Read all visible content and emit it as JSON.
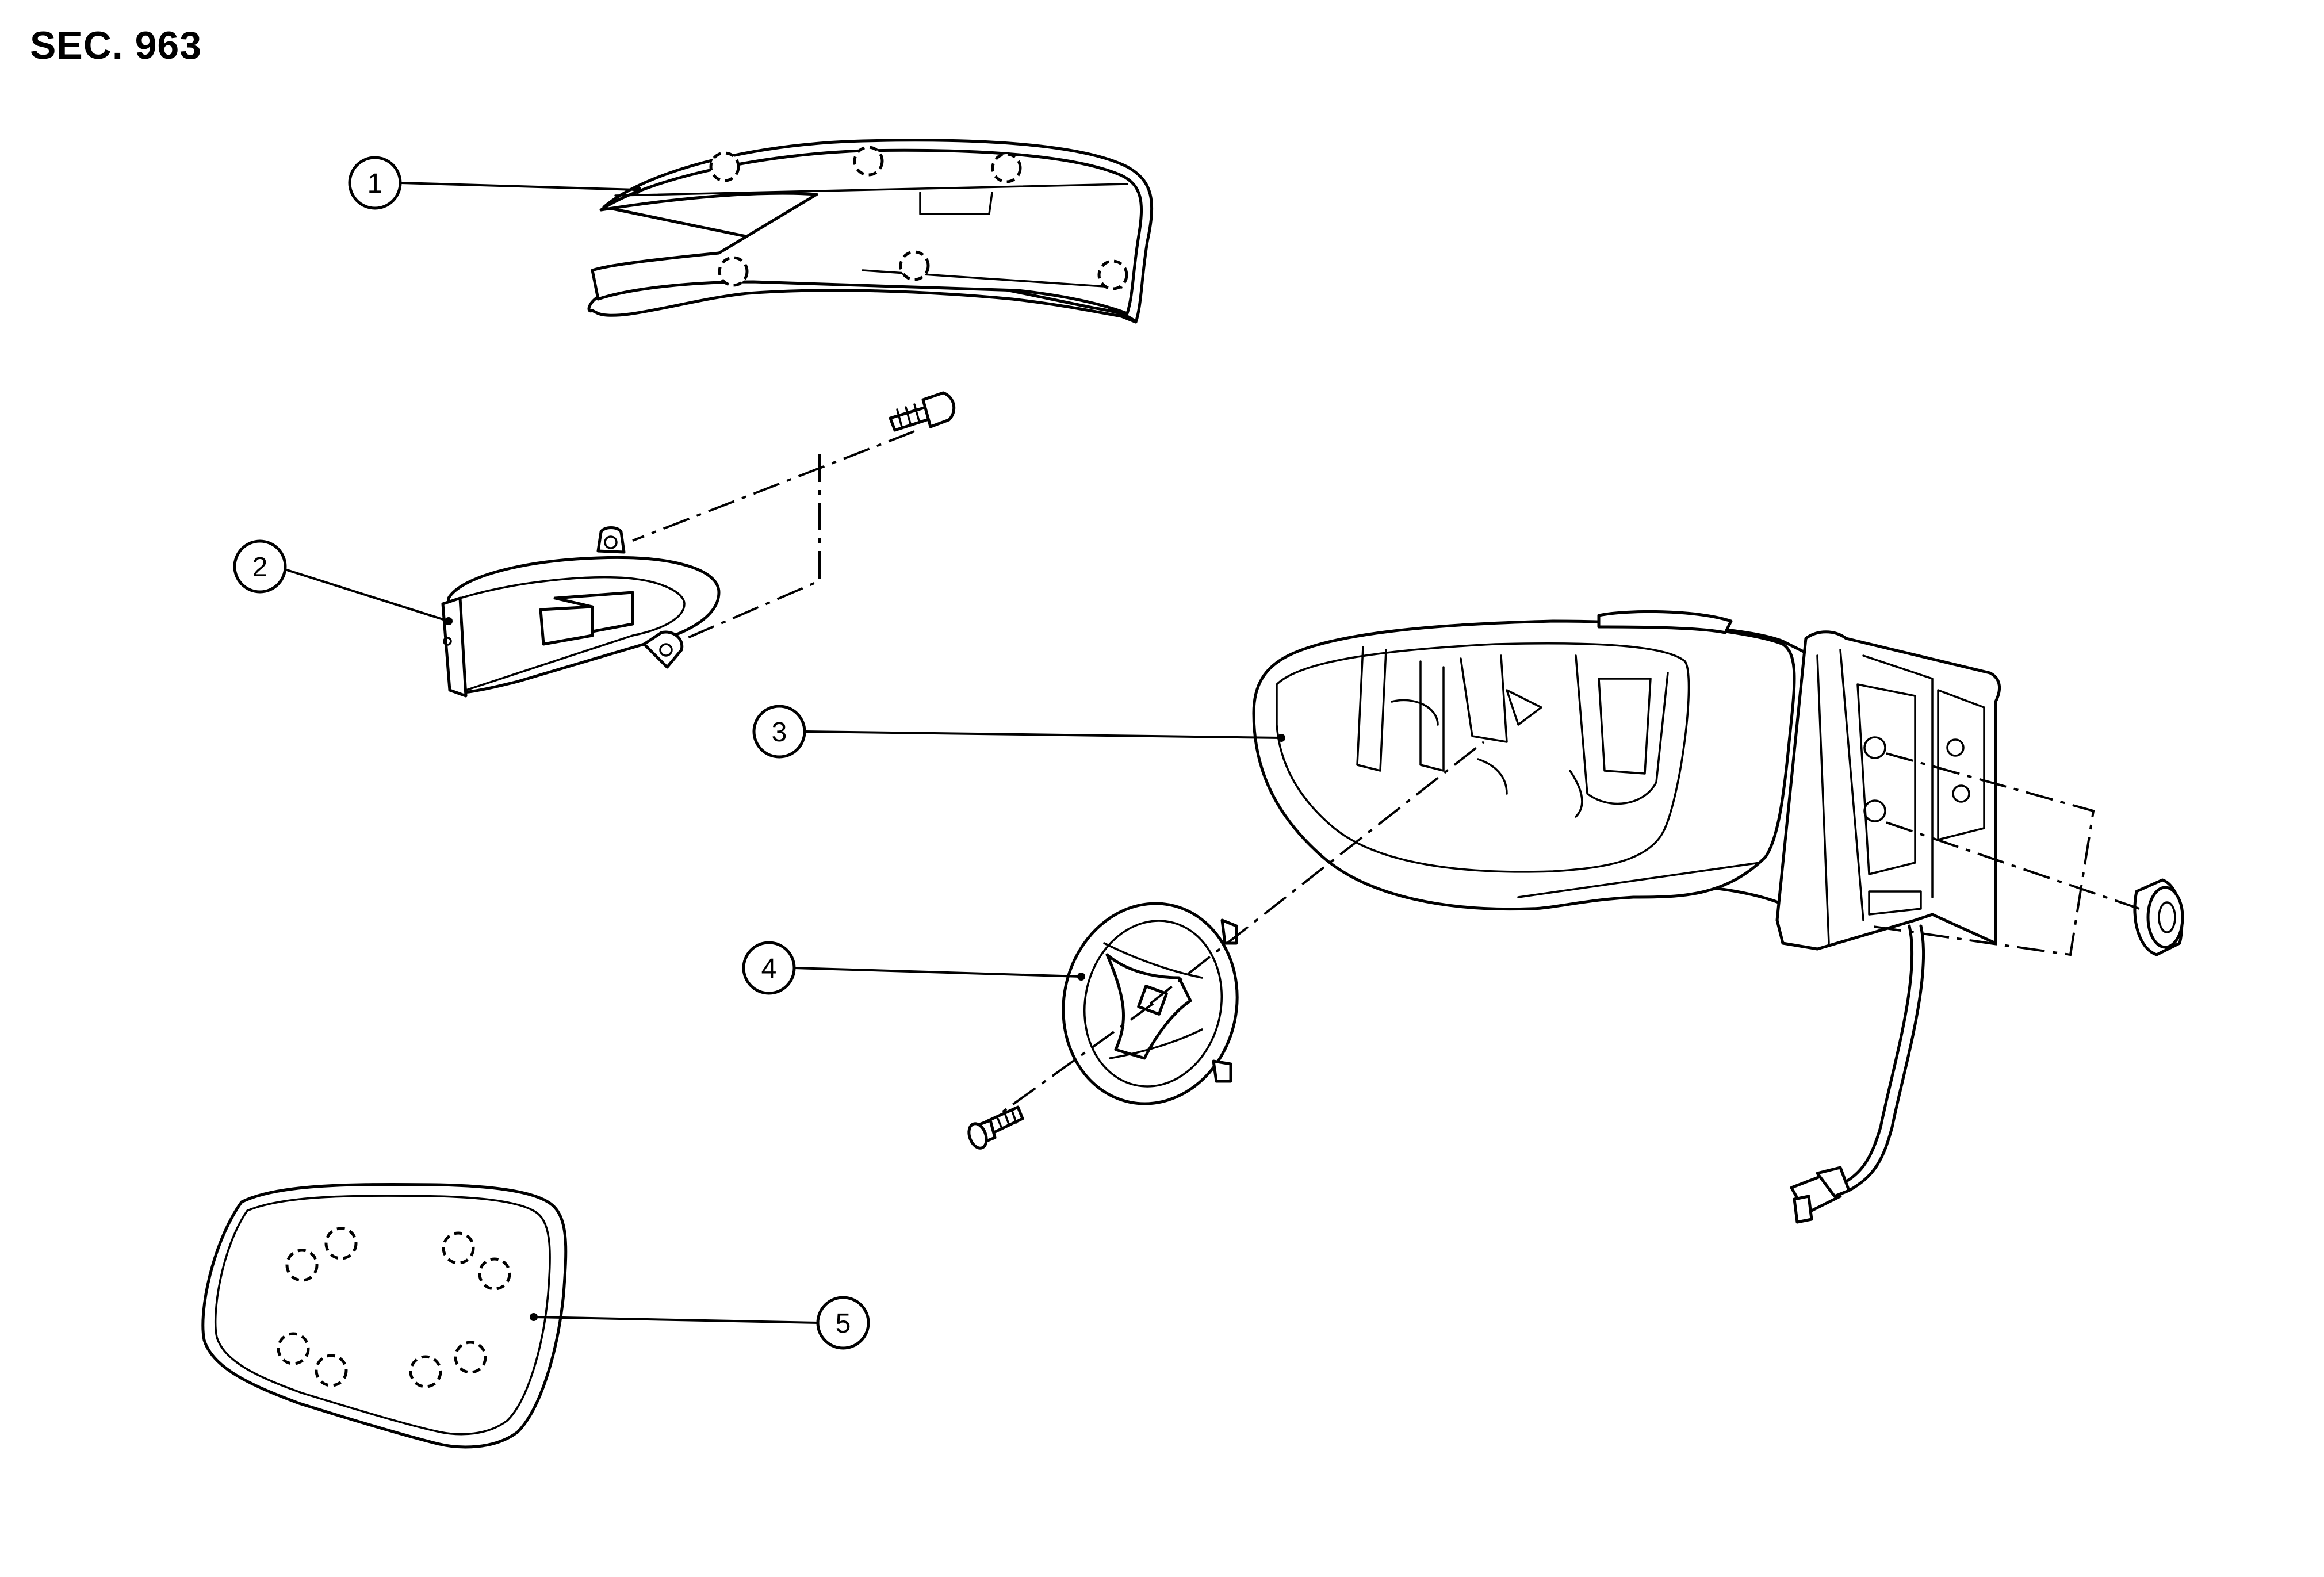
{
  "section_label": "SEC. 963",
  "callouts": [
    {
      "number": "1",
      "part": "mirror-cover"
    },
    {
      "number": "2",
      "part": "side-turn-signal-lamp"
    },
    {
      "number": "3",
      "part": "door-mirror-body"
    },
    {
      "number": "4",
      "part": "mirror-actuator"
    },
    {
      "number": "5",
      "part": "mirror-glass"
    }
  ]
}
